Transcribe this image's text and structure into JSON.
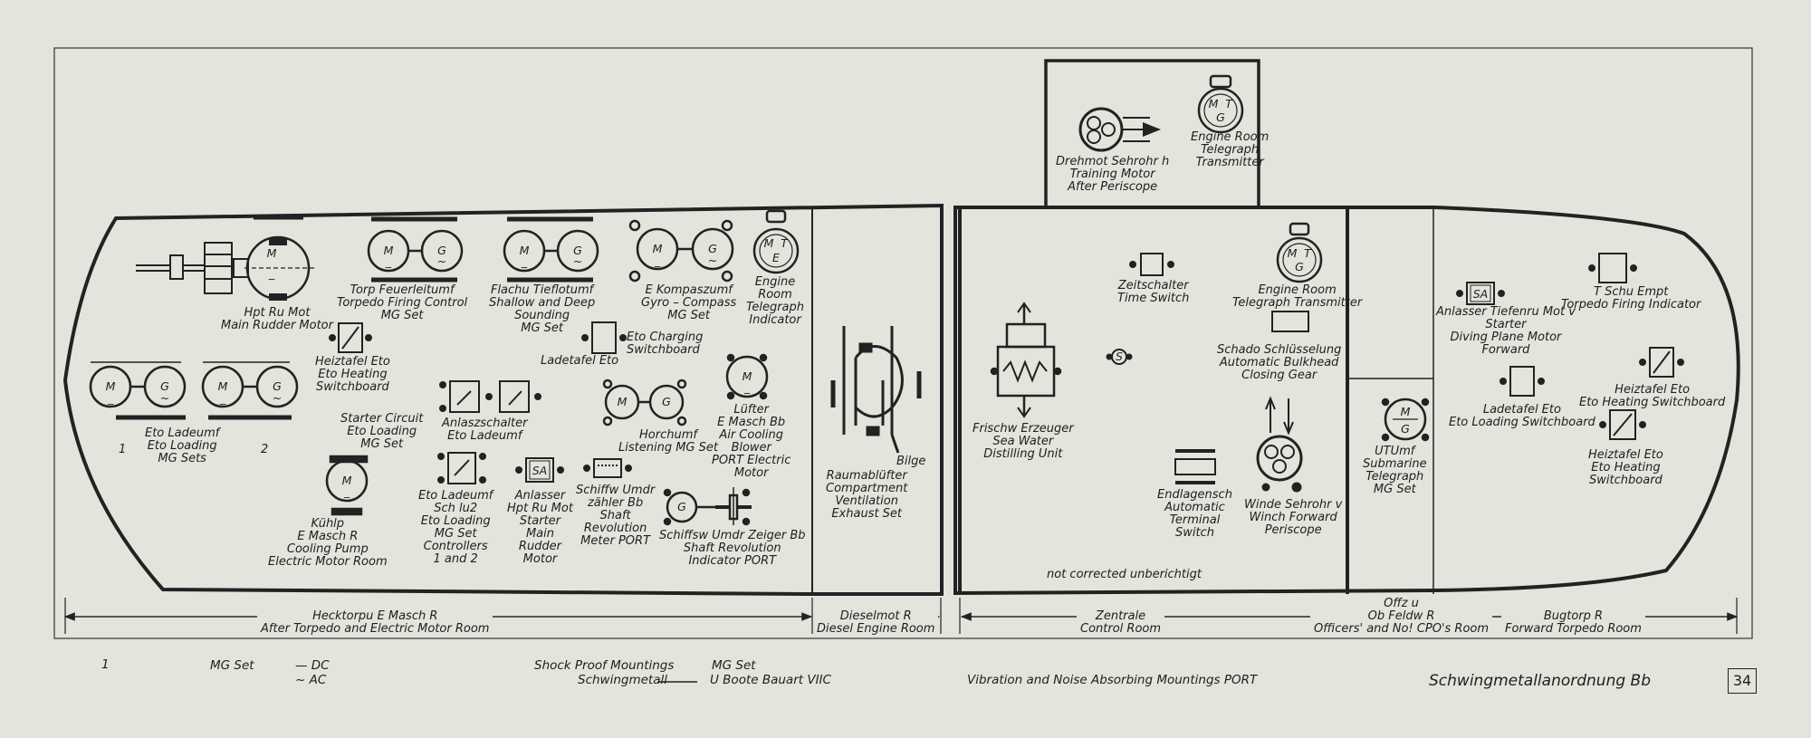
{
  "labels": {
    "hpt_ru_mot": [
      "Hpt Ru Mot",
      "Main Rudder Motor"
    ],
    "torp_feuerleitumf": [
      "Torp Feuerleitumf",
      "Torpedo Firing Control",
      "MG Set"
    ],
    "flachu_tieflotumf": [
      "Flachu Tieflotumf",
      "Shallow and Deep",
      "Sounding",
      "MG Set"
    ],
    "e_kompaszumf": [
      "E Kompaszumf",
      "Gyro – Compass",
      "MG Set"
    ],
    "engine_room_telegraph_indicator": [
      "Engine",
      "Room",
      "Telegraph",
      "Indicator"
    ],
    "heiztafel_eto_aft": [
      "Heiztafel Eto",
      "Eto Heating",
      "Switchboard"
    ],
    "ladetafel_eto_aft": [
      "Ladetafel Eto"
    ],
    "eto_charging_switchboard": [
      "Eto Charging",
      "Switchboard"
    ],
    "eto_ladeumf": [
      "Eto Ladeumf",
      "Eto Loading",
      "MG Sets"
    ],
    "starter_circuit": [
      "Starter Circuit",
      "Eto Loading",
      "MG Set"
    ],
    "anlaszschalter": [
      "Anlaszschalter",
      "Eto Ladeumf"
    ],
    "horchumf": [
      "Horchumf",
      "Listening MG Set"
    ],
    "luefter": [
      "Lüfter",
      "E Masch Bb",
      "Air Cooling",
      "Blower",
      "PORT Electric",
      "Motor"
    ],
    "kuehlp": [
      "Kühlp",
      "E Masch R",
      "Cooling Pump",
      "Electric Motor Room"
    ],
    "eto_ladeumf_controllers": [
      "Eto Ladeumf",
      "Sch lu2",
      "Eto Loading",
      "MG Set",
      "Controllers",
      "1 and 2"
    ],
    "anlasser_hpt_ru_mot": [
      "Anlasser",
      "Hpt Ru Mot",
      "Starter",
      "Main",
      "Rudder",
      "Motor"
    ],
    "schiffw_umdr_zaehler": [
      "Schiffw Umdr",
      "zähler Bb",
      "Shaft",
      "Revolution",
      "Meter PORT"
    ],
    "schiffsw_umdr_zeiger": [
      "Schiffsw Umdr Zeiger Bb",
      "Shaft Revolution",
      "Indicator PORT"
    ],
    "raumabluefter": [
      "Raumablüfter",
      "Compartment",
      "Ventilation",
      "Exhaust Set"
    ],
    "bilge": [
      "Bilge"
    ],
    "drehmot_sehrohr": [
      "Drehmot Sehrohr h",
      "Training Motor",
      "After Periscope"
    ],
    "engine_room_telegraph_transmitter_top": [
      "Engine Room",
      "Telegraph",
      "Transmitter"
    ],
    "zeitschalter": [
      "Zeitschalter",
      "Time Switch"
    ],
    "engine_room_telegraph_transmitter": [
      "Engine Room",
      "Telegraph Transmitter"
    ],
    "schado": [
      "Schado Schlüsselung",
      "Automatic Bulkhead",
      "Closing Gear"
    ],
    "frischw_erzeuger": [
      "Frischw Erzeuger",
      "Sea Water",
      "Distilling Unit"
    ],
    "endlagensch": [
      "Endlagensch",
      "Automatic",
      "Terminal",
      "Switch"
    ],
    "winde_sehrohr": [
      "Winde Sehrohr v",
      "Winch Forward",
      "Periscope"
    ],
    "not_corrected": [
      "not corrected      unberichtigt"
    ],
    "utumf": [
      "UTUmf",
      "Submarine",
      "Telegraph",
      "MG Set"
    ],
    "anlasser_tiefenru": [
      "Anlasser Tiefenru Mot v",
      "Starter",
      "Diving Plane Motor",
      "Forward"
    ],
    "t_schu_empt": [
      "T Schu Empt",
      "Torpedo  Firing  Indicator"
    ],
    "ladetafel_eto_fwd": [
      "Ladetafel Eto",
      "Eto Loading Switchboard"
    ],
    "heiztafel_eto_fwd1": [
      "Heiztafel Eto",
      "Eto Heating Switchboard"
    ],
    "heiztafel_eto_fwd2": [
      "Heiztafel Eto",
      "Eto Heating",
      "Switchboard"
    ],
    "num_1": [
      "1"
    ],
    "num_2": [
      "2"
    ]
  },
  "symbol_letters": {
    "motor": "M",
    "generator": "G",
    "telegraph_e": "E",
    "telegraph_t": "T",
    "sa": "SA",
    "s": "S",
    "dash": "_",
    "tilde": "~"
  },
  "rooms": {
    "hecktorpu": [
      "Hecktorpu E Masch R",
      "After Torpedo and Electric Motor Room"
    ],
    "dieselmot": [
      "Dieselmot R",
      "Diesel Engine Room"
    ],
    "zentrale": [
      "Zentrale",
      "Control Room"
    ],
    "offz": [
      "Offz u",
      "Ob Feldw R",
      "Officers' and No! CPO's Room"
    ],
    "bugtorp": [
      "Bugtorp  R",
      "Forward Torpedo Room"
    ]
  },
  "legend": {
    "page_number": "1",
    "mg_set": "MG Set",
    "dc": "— DC",
    "ac": "~ AC",
    "shock_proof": "Shock Proof Mountings",
    "shock_mg": "MG Set",
    "schwingmetall": "Schwingmetall",
    "uboote": "U Boote Bauart VIIC",
    "vibration": "Vibration and Noise Absorbing Mountings PORT",
    "title": "Schwingmetallanordnung  Bb",
    "sheet": "34"
  }
}
